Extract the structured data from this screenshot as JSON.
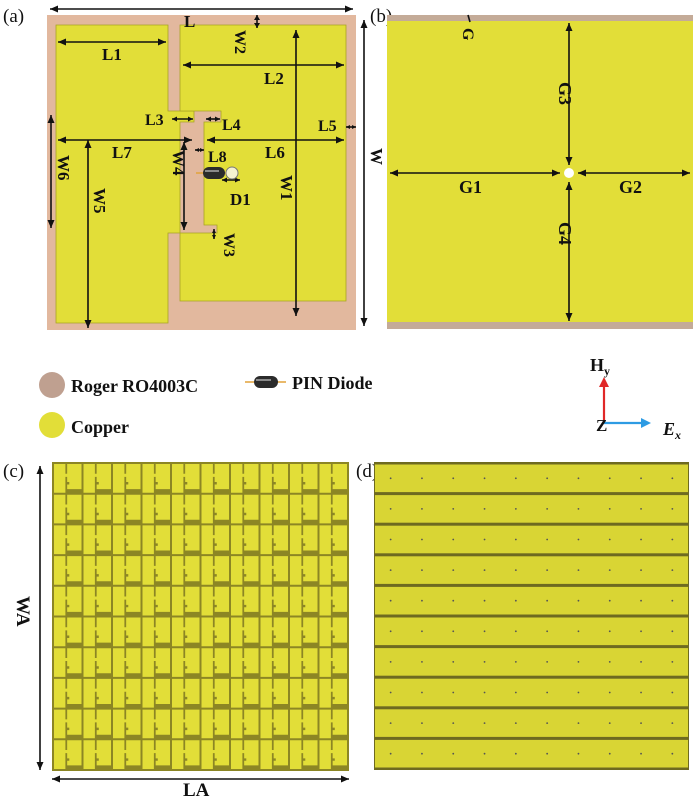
{
  "colors": {
    "substrate": "#E2B89E",
    "copper": "#E2DE38",
    "copper_dark": "#A9A324",
    "diode_body": "#2B2B2B",
    "axis_h": "#E02828",
    "axis_e": "#2D9BE3"
  },
  "panels": {
    "a": "(a)",
    "b": "(b)",
    "c": "(c)",
    "d": "(d)"
  },
  "dims_a": {
    "L": "L",
    "L1": "L1",
    "L2": "L2",
    "L3": "L3",
    "L4": "L4",
    "L5": "L5",
    "L6": "L6",
    "L7": "L7",
    "L8": "L8",
    "W": "W",
    "W1": "W1",
    "W2": "W2",
    "W3": "W3",
    "W4": "W4",
    "W5": "W5",
    "W6": "W6",
    "D1": "D1"
  },
  "dims_b": {
    "G": "G",
    "G1": "G1",
    "G2": "G2",
    "G3": "G3",
    "G4": "G4"
  },
  "dims_c": {
    "LA": "LA",
    "WA": "WA"
  },
  "legend": {
    "substrate": "Roger RO4003C",
    "diode": "PIN Diode",
    "copper": "Copper"
  },
  "axes": {
    "h": "H",
    "h_sub": "y",
    "z": "Z",
    "e": "E",
    "e_sub": "x"
  },
  "array_c": {
    "rows": 10,
    "cols": 10
  },
  "array_d": {
    "rows": 10,
    "cols": 10
  }
}
